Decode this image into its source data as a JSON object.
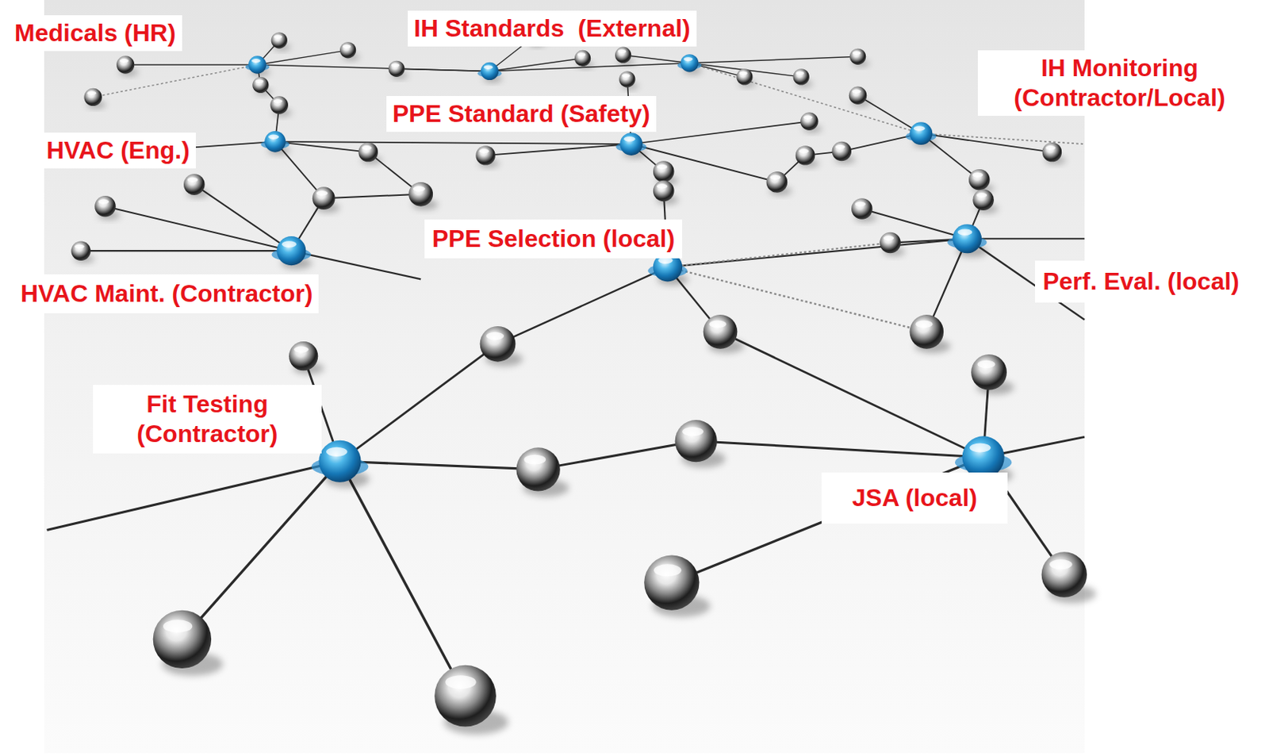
{
  "diagram": {
    "nodes": [
      {
        "text": [
          "Medicals (HR)"
        ]
      },
      {
        "text": [
          "IH Standards  (External)"
        ]
      },
      {
        "text": [
          "IH Monitoring (Contractor/Local)"
        ]
      },
      {
        "text": [
          "PPE Standard (Safety)"
        ]
      },
      {
        "text": [
          "HVAC (Eng.)"
        ]
      },
      {
        "text": [
          "PPE Selection (local)"
        ]
      },
      {
        "text": [
          "Perf. Eval. (local)"
        ]
      },
      {
        "text": [
          "HVAC Maint. (Contractor)"
        ]
      },
      {
        "text": [
          "Fit Testing (Contractor)"
        ]
      },
      {
        "text": [
          "JSA (local)"
        ]
      }
    ]
  }
}
